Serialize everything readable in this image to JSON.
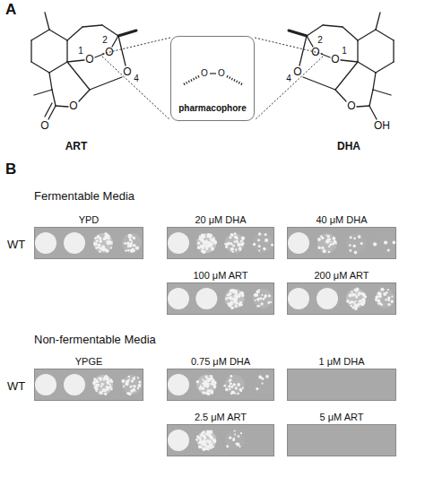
{
  "diagram": {
    "nodes": [
      {
        "text": [
          "pharmacophore"
        ]
      },
      {
        "text": [
          "YPD"
        ]
      },
      {
        "text": [
          "20 μM DHA"
        ]
      },
      {
        "text": [
          "40 μM DHA"
        ]
      },
      {
        "text": [
          "100 μM ART"
        ]
      },
      {
        "text": [
          "200 μM ART"
        ]
      },
      {
        "text": [
          "YPGE"
        ]
      },
      {
        "text": [
          "0.75 μM DHA"
        ]
      },
      {
        "text": [
          "1 μM DHA"
        ]
      },
      {
        "text": [
          "2.5 μM ART"
        ]
      },
      {
        "text": [
          "5 μM ART"
        ]
      }
    ],
    "labels": [
      "A",
      "O",
      "1",
      "O",
      "2",
      "O",
      "4",
      "O",
      "O",
      "ART",
      "O",
      "1",
      "O",
      "2",
      "O",
      "4",
      "O",
      "OH",
      "DHA",
      "O",
      "O",
      "B",
      "Fermentable Media",
      "WT",
      "Non-fermentable Media",
      "WT"
    ]
  }
}
